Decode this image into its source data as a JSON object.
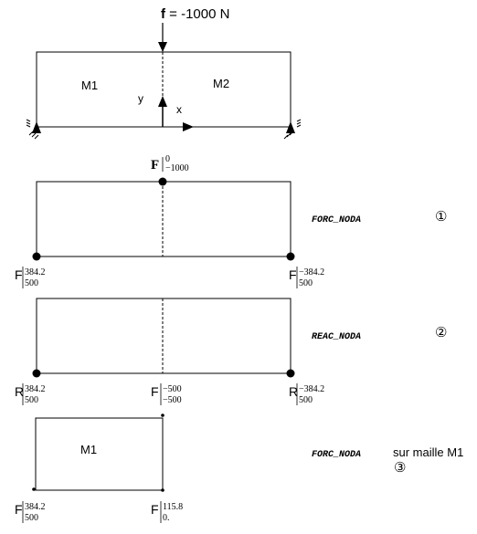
{
  "panel1": {
    "force_symbol": "f",
    "force_value": " = -1000 N",
    "m1": "M1",
    "m2": "M2",
    "axis_y": "y",
    "axis_x": "x"
  },
  "panel2": {
    "top_label": {
      "sym": "F",
      "sup": "0",
      "sub": "−1000"
    },
    "left_label": {
      "sym": "F",
      "sup": "384.2",
      "sub": "500"
    },
    "right_label": {
      "sym": "F",
      "sup": "−384.2",
      "sub": "500"
    },
    "keyword": "FORC_NODA",
    "marker": "①"
  },
  "panel3": {
    "left_label": {
      "sym": "R",
      "sup": "384.2",
      "sub": "500"
    },
    "mid_label": {
      "sym": "F",
      "sup": "−500",
      "sub": "−500"
    },
    "right_label": {
      "sym": "R",
      "sup": "−384.2",
      "sub": "500"
    },
    "keyword": "REAC_NODA",
    "marker": "②"
  },
  "panel4": {
    "m1": "M1",
    "left_label": {
      "sym": "F",
      "sup": "384.2",
      "sub": "500"
    },
    "right_label": {
      "sym": "F",
      "sup": "115.8",
      "sub": "0."
    },
    "keyword": "FORC_NODA",
    "note": "sur maille M1",
    "marker": "③"
  }
}
